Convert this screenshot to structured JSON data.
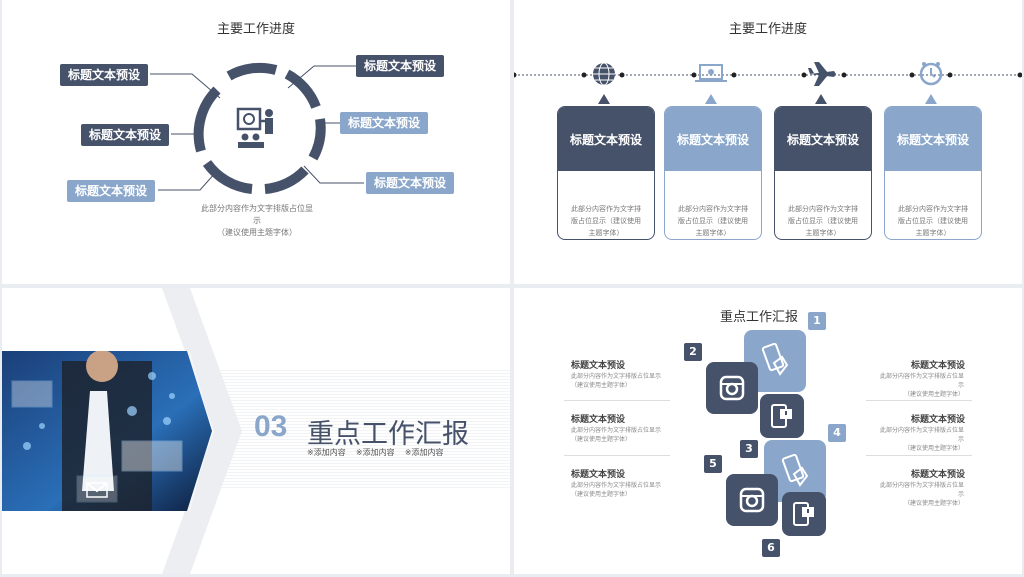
{
  "slide1": {
    "title": "主要工作进度",
    "tags": [
      "标题文本预设",
      "标题文本预设",
      "标题文本预设",
      "标题文本预设",
      "标题文本预设",
      "标题文本预设"
    ],
    "caption_line1": "此部分内容作为文字排版占位显",
    "caption_line2": "示",
    "caption_line3": "（建议使用主题字体）",
    "center_icon": "presentation-icon"
  },
  "slide2": {
    "title": "主要工作进度",
    "icons": [
      "globe-icon",
      "laptop-icon",
      "airplane-icon",
      "clock-icon"
    ],
    "cards": [
      {
        "title": "标题文本预设",
        "l1": "此部分内容作为文字排",
        "l2": "版占位显示（建议使用",
        "l3": "主题字体）"
      },
      {
        "title": "标题文本预设",
        "l1": "此部分内容作为文字排",
        "l2": "版占位显示（建议使用",
        "l3": "主题字体）"
      },
      {
        "title": "标题文本预设",
        "l1": "此部分内容作为文字排",
        "l2": "版占位显示（建议使用",
        "l3": "主题字体）"
      },
      {
        "title": "标题文本预设",
        "l1": "此部分内容作为文字排",
        "l2": "版占位显示（建议使用",
        "l3": "主题字体）"
      }
    ],
    "colors": {
      "dark": "#46526a",
      "light": "#8aa7cb"
    }
  },
  "slide3": {
    "number": "03",
    "heading": "重点工作汇报",
    "sub": [
      "※添加内容",
      "※添加内容",
      "※添加内容"
    ]
  },
  "slide4": {
    "title": "重点工作汇报",
    "left": [
      {
        "label": "标题文本预设",
        "l1": "此部分内容作为文字排版占位显示",
        "l2": "（建议使用主题字体）"
      },
      {
        "label": "标题文本预设",
        "l1": "此部分内容作为文字排版占位显示",
        "l2": "（建议使用主题字体）"
      },
      {
        "label": "标题文本预设",
        "l1": "此部分内容作为文字排版占位显示",
        "l2": "（建议使用主题字体）"
      }
    ],
    "right": [
      {
        "label": "标题文本预设",
        "l1": "此部分内容作为文字排版占位显示",
        "l2": "（建议使用主题字体）"
      },
      {
        "label": "标题文本预设",
        "l1": "此部分内容作为文字排版占位显示",
        "l2": "（建议使用主题字体）"
      },
      {
        "label": "标题文本预设",
        "l1": "此部分内容作为文字排版占位显示",
        "l2": "（建议使用主题字体）"
      }
    ],
    "numbers": [
      "1",
      "2",
      "3",
      "4",
      "5",
      "6"
    ],
    "icons": [
      "phone-touch-icon",
      "instagram-icon",
      "tablet-alert-icon",
      "phone-touch-icon",
      "instagram-icon",
      "tablet-alert-icon"
    ]
  }
}
